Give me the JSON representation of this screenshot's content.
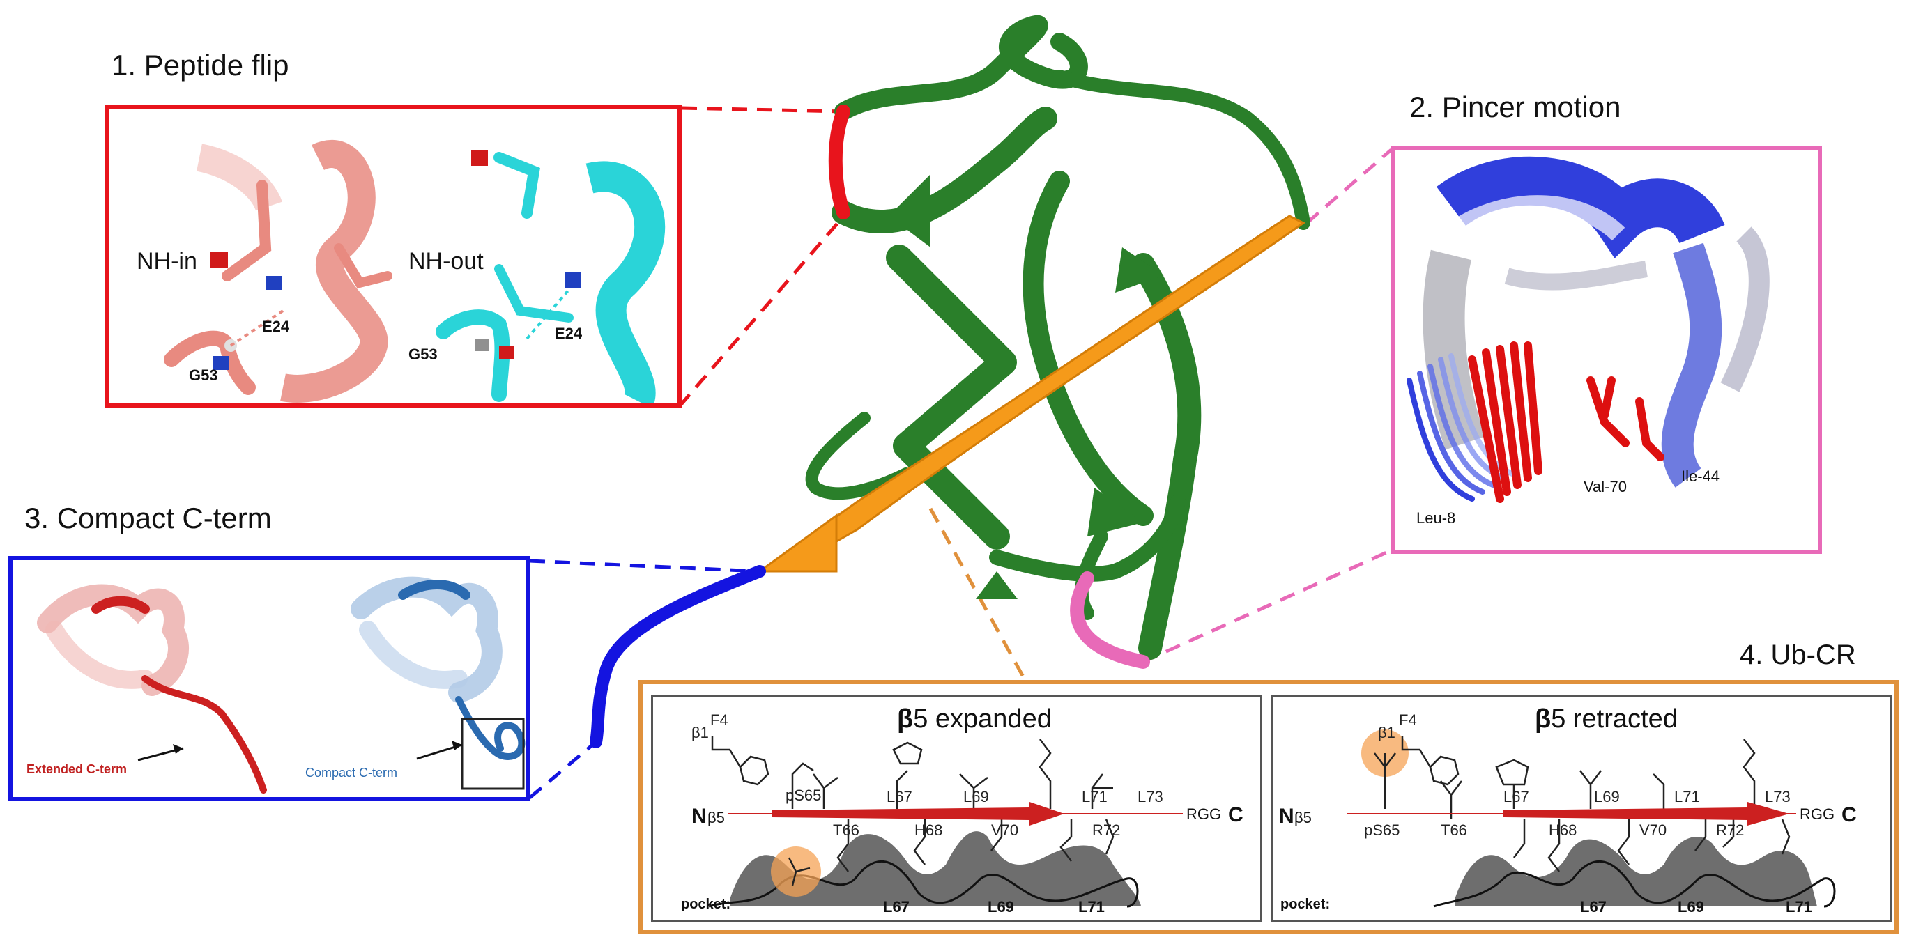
{
  "panels": {
    "peptide_flip": {
      "title": "1. Peptide flip",
      "left_state": "NH-in",
      "right_state": "NH-out",
      "residues": [
        "E24",
        "G53",
        "G53",
        "E24"
      ]
    },
    "pincer_motion": {
      "title": "2. Pincer motion",
      "residues": [
        "Leu-8",
        "Val-70",
        "Ile-44"
      ]
    },
    "compact_cterm": {
      "title": "3. Compact C-term",
      "extended_label": "Extended C-term",
      "compact_label": "Compact C-term"
    },
    "ub_cr": {
      "title": "4. Ub-CR",
      "expanded": {
        "heading_symbol": "β",
        "heading_text": "5 expanded",
        "strand_start": "N",
        "strand_start_sub": "β5",
        "strand_end": "RGG",
        "strand_end_c": "C",
        "top_residues": [
          "β1",
          "F4",
          "pS65",
          "L67",
          "L69",
          "L71",
          "L73"
        ],
        "bottom_residues": [
          "T66",
          "H68",
          "V70",
          "R72"
        ],
        "pocket_label": "pocket:",
        "pocket_residues": [
          "L67",
          "L69",
          "L71"
        ]
      },
      "retracted": {
        "heading_symbol": "β",
        "heading_text": "5 retracted",
        "strand_start": "N",
        "strand_start_sub": "β5",
        "strand_end": "RGG",
        "strand_end_c": "C",
        "top_residues": [
          "β1",
          "F4",
          "L67",
          "L69",
          "L71",
          "L73"
        ],
        "bottom_residues": [
          "pS65",
          "T66",
          "H68",
          "V70",
          "R72"
        ],
        "pocket_label": "pocket:",
        "pocket_residues": [
          "L67",
          "L69",
          "L71"
        ]
      }
    }
  },
  "colors": {
    "red_border": "#e8141c",
    "pink_border": "#e86ab8",
    "blue_border": "#1414e0",
    "orange_border": "#e0913c",
    "protein_green": "#2a7f2a",
    "strand_orange": "#f59a1a",
    "salmon": "#e88a80",
    "cyan": "#2ad4d8"
  }
}
